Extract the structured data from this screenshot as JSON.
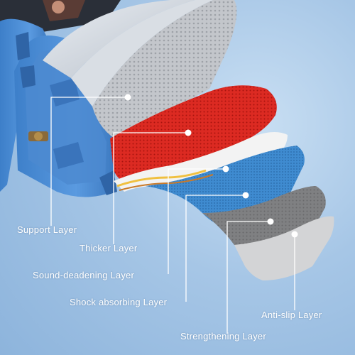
{
  "labels": [
    {
      "id": "support",
      "text": "Support Layer"
    },
    {
      "id": "thicker",
      "text": "Thicker Layer"
    },
    {
      "id": "sound",
      "text": "Sound-deadening Layer"
    },
    {
      "id": "shock",
      "text": "Shock absorbing Layer"
    },
    {
      "id": "strengthening",
      "text": "Strengthening Layer"
    },
    {
      "id": "antislip",
      "text": "Anti-slip Layer"
    }
  ],
  "colors": {
    "background": "#a6c6e6",
    "device_body": "#4f8fd6",
    "support_layer": "#b9bcc2",
    "thicker_layer": "#d8241e",
    "sound_layer": "#f2f2f2",
    "shock_layer": "#3d86c9",
    "strengthening_layer": "#7d7e80",
    "antislip_layer": "#d2d3d5",
    "leader_lines": "#ffffff"
  }
}
